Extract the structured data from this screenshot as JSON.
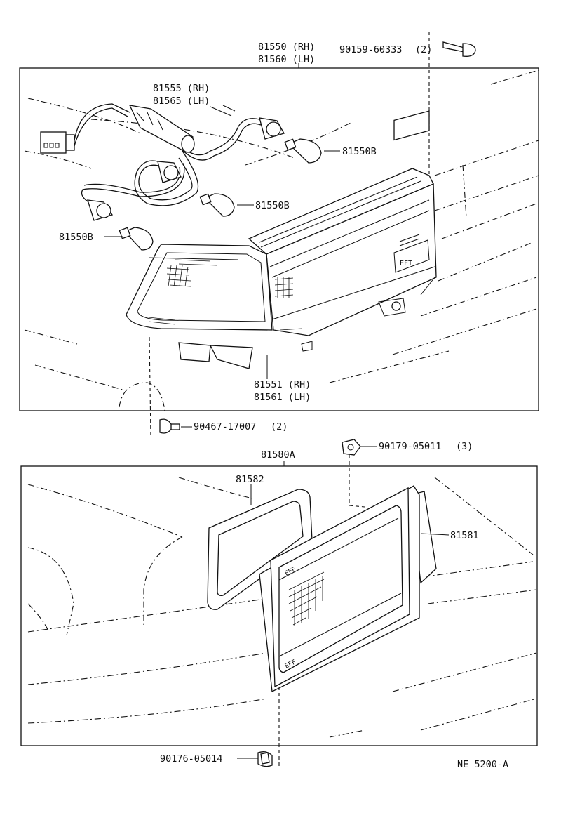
{
  "diagram": {
    "labels": {
      "lamp_assy_rh": "81550 (RH)",
      "lamp_assy_lh": "81560 (LH)",
      "bolt": "90159-60333",
      "bolt_qty": "(2)",
      "socket_rh": "81555 (RH)",
      "socket_lh": "81565 (LH)",
      "bulb_a": "81550B",
      "bulb_b": "81550B",
      "bulb_c": "81550B",
      "lens_rh": "81551 (RH)",
      "lens_lh": "81561 (LH)",
      "clip": "90467-17007",
      "clip_qty": "(2)",
      "nut": "90179-05011",
      "nut_qty": "(3)",
      "reflex_assy": "81580A",
      "gasket": "81582",
      "reflex_body": "81581",
      "screw": "90176-05014",
      "ref_code": "NE 5200-A"
    }
  }
}
